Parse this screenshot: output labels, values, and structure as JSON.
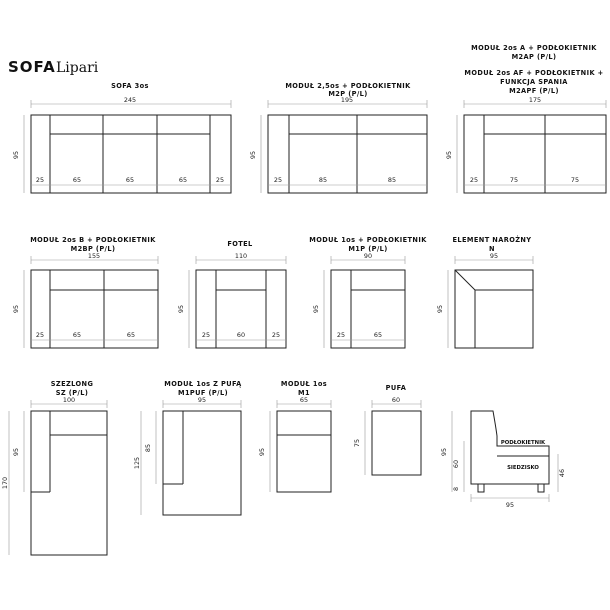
{
  "brand": {
    "title": "SOFA",
    "name": "Lipari"
  },
  "modules": {
    "sofa3": {
      "label": [
        "SOFA 3os"
      ],
      "width": "245",
      "depth": "95",
      "parts": [
        "25",
        "65",
        "65",
        "65",
        "25"
      ]
    },
    "m25p": {
      "label": [
        "MODUŁ 2,5os + PODŁOKIETNIK",
        "M2P (P/L)"
      ],
      "width": "195",
      "depth": "95",
      "parts": [
        "25",
        "85",
        "85"
      ]
    },
    "m2ap": {
      "label": [
        "MODUŁ 2os A + PODŁOKIETNIK",
        "M2AP (P/L)",
        "MODUŁ 2os AF + PODŁOKIETNIK +",
        "FUNKCJA SPANIA",
        "M2APF (P/L)"
      ],
      "width": "175",
      "depth": "95",
      "parts": [
        "25",
        "75",
        "75"
      ]
    },
    "m2bp": {
      "label": [
        "MODUŁ 2os B + PODŁOKIETNIK",
        "M2BP (P/L)"
      ],
      "width": "155",
      "depth": "95",
      "parts": [
        "25",
        "65",
        "65"
      ]
    },
    "fotel": {
      "label": [
        "FOTEL"
      ],
      "width": "110",
      "depth": "95",
      "parts": [
        "25",
        "60",
        "25"
      ]
    },
    "m1p": {
      "label": [
        "MODUŁ 1os + PODŁOKIETNIK",
        "M1P (P/L)"
      ],
      "width": "90",
      "depth": "95",
      "parts": [
        "25",
        "65"
      ]
    },
    "corner": {
      "label": [
        "ELEMENT NAROŻNY",
        "N"
      ],
      "width": "95",
      "depth": "95"
    },
    "szezlong": {
      "label": [
        "SZEZLONG",
        "SZ (P/L)"
      ],
      "width": "100",
      "depth": "95",
      "length": "170"
    },
    "m1puf": {
      "label": [
        "MODUŁ 1os Z PUFĄ",
        "M1PUF (P/L)"
      ],
      "width": "95",
      "depth": "85",
      "length": "125"
    },
    "m1": {
      "label": [
        "MODUŁ 1os",
        "M1"
      ],
      "width": "65",
      "depth": "95"
    },
    "pufa": {
      "label": [
        "PUFA"
      ],
      "width": "60",
      "depth": "75"
    },
    "side": {
      "armrest": "PODŁOKIETNIK",
      "seat": "SIEDZISKO",
      "height": "95",
      "seat_height": "60",
      "leg": "8",
      "arm_height": "46",
      "depth": "95"
    }
  },
  "colors": {
    "outline": "#222222",
    "dimension_line": "#999999",
    "text": "#111111"
  }
}
